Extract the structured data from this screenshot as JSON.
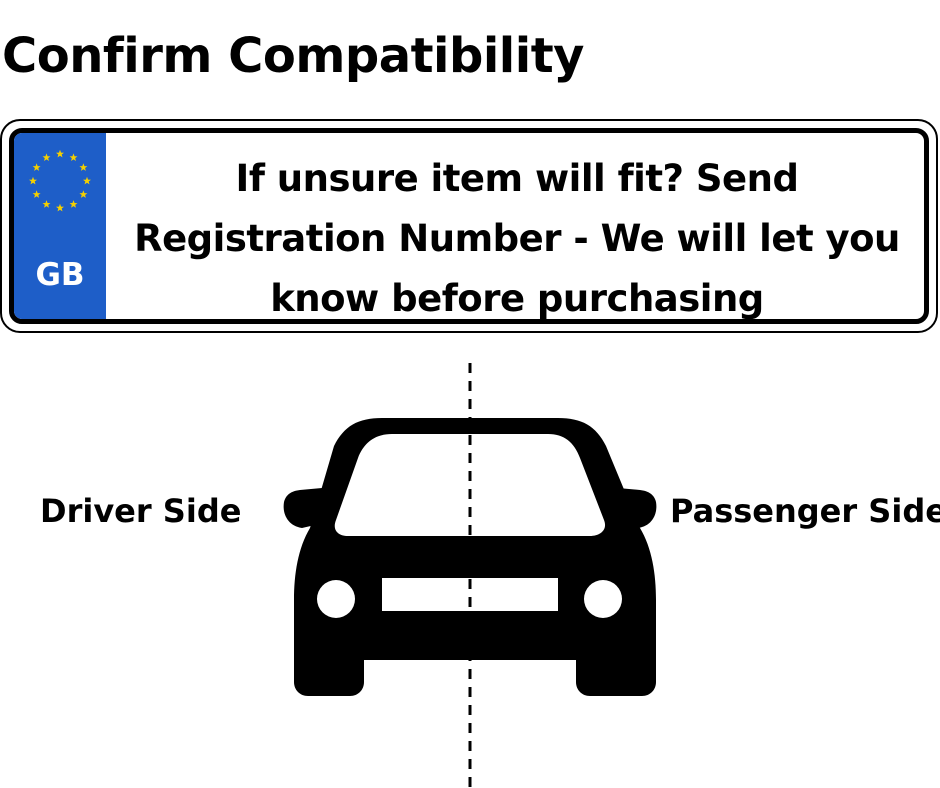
{
  "title": "Confirm Compatibility",
  "plate": {
    "country_code": "GB",
    "message": "If unsure item will fit? Send Registration Number - We will let you know before purchasing",
    "colors": {
      "flag_blue": "#1e5ec8",
      "stars": "#f5d000",
      "border": "#000000"
    }
  },
  "diagram": {
    "icon": "car-front-icon",
    "left_label": "Driver Side",
    "right_label": "Passenger Side"
  }
}
